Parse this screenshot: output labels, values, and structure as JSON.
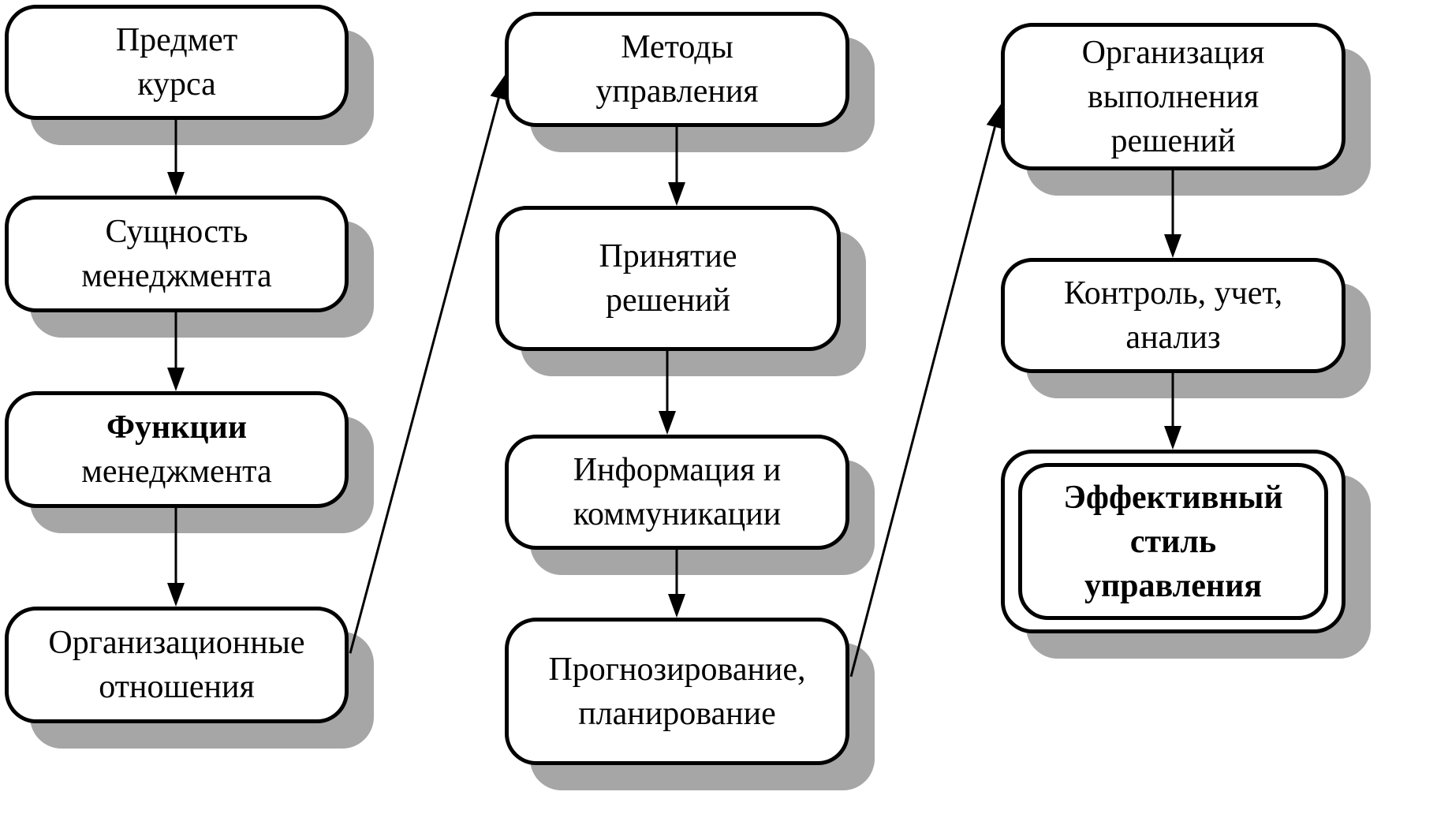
{
  "diagram": {
    "nodes": [
      {
        "id": "predmet-kursa",
        "lines": [
          "Предмет",
          "курса"
        ],
        "bold": false
      },
      {
        "id": "sushchnost-menedzhmenta",
        "lines": [
          "Сущность",
          "менеджмента"
        ],
        "bold": false
      },
      {
        "id": "funktsii-menedzhmenta",
        "lines": [
          "Функции",
          "менеджмента"
        ],
        "bold": false,
        "first_line_bold": true
      },
      {
        "id": "organizatsionnye-otnosheniya",
        "lines": [
          "Организационные",
          "отношения"
        ],
        "bold": false
      },
      {
        "id": "metody-upravleniya",
        "lines": [
          "Методы",
          "управления"
        ],
        "bold": false
      },
      {
        "id": "prinyatie-resheniy",
        "lines": [
          "Принятие",
          "решений"
        ],
        "bold": false
      },
      {
        "id": "informatsiya-kommunikatsii",
        "lines": [
          "Информация и",
          "коммуникации"
        ],
        "bold": false
      },
      {
        "id": "prognozirovanie-planirovanie",
        "lines": [
          "Прогнозирование,",
          "планирование"
        ],
        "bold": false
      },
      {
        "id": "organizatsiya-vypolneniya",
        "lines": [
          "Организация",
          "выполнения",
          "решений"
        ],
        "bold": false
      },
      {
        "id": "kontrol-uchet-analiz",
        "lines": [
          "Контроль, учет,",
          "анализ"
        ],
        "bold": false
      },
      {
        "id": "effektivnyy-stil",
        "lines": [
          "Эффективный",
          "стиль",
          "управления"
        ],
        "bold": true,
        "double_border": true
      }
    ],
    "edges": [
      {
        "from": "predmet-kursa",
        "to": "sushchnost-menedzhmenta"
      },
      {
        "from": "sushchnost-menedzhmenta",
        "to": "funktsii-menedzhmenta"
      },
      {
        "from": "funktsii-menedzhmenta",
        "to": "organizatsionnye-otnosheniya"
      },
      {
        "from": "organizatsionnye-otnosheniya",
        "to": "metody-upravleniya"
      },
      {
        "from": "metody-upravleniya",
        "to": "prinyatie-resheniy"
      },
      {
        "from": "prinyatie-resheniy",
        "to": "informatsiya-kommunikatsii"
      },
      {
        "from": "informatsiya-kommunikatsii",
        "to": "prognozirovanie-planirovanie"
      },
      {
        "from": "prognozirovanie-planirovanie",
        "to": "organizatsiya-vypolneniya"
      },
      {
        "from": "organizatsiya-vypolneniya",
        "to": "kontrol-uchet-analiz"
      },
      {
        "from": "kontrol-uchet-analiz",
        "to": "effektivnyy-stil"
      }
    ],
    "colors": {
      "stroke": "#000000",
      "fill": "#ffffff",
      "shadow": "#a6a6a6"
    }
  }
}
